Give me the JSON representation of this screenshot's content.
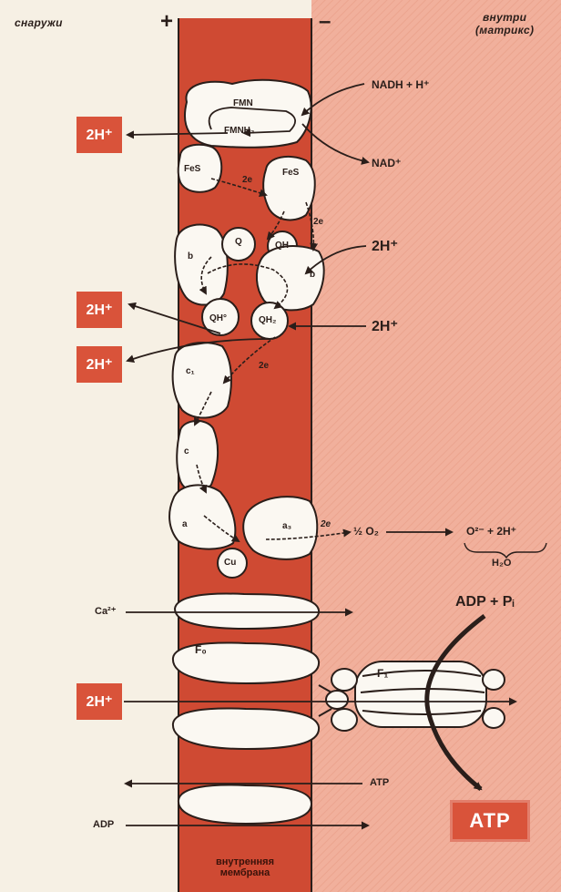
{
  "labels": {
    "outside": "снаружи",
    "inside_line1": "внутри",
    "inside_line2": "(матрикс)",
    "plus": "+",
    "minus": "–",
    "membrane_line1": "внутренняя",
    "membrane_line2": "мембрана"
  },
  "complexes": {
    "fmn": "FMN",
    "fmnh2": "FMNH₂",
    "fes": "FeS",
    "b": "b",
    "q": "Q",
    "qh": "QH",
    "qh_dot": "QH°",
    "qh2": "QH₂",
    "c1": "c₁",
    "c": "c",
    "a": "a",
    "a3": "a₃",
    "cu": "Cu",
    "f0": "F₀",
    "f1": "F₁"
  },
  "electron_labels": {
    "two_e": "2e"
  },
  "reactions": {
    "nadh": "NADH + H⁺",
    "nad": "NAD⁺",
    "proton": "2H⁺",
    "half_o2": "½ O₂",
    "o2_minus": "O²⁻ + 2H⁺",
    "h2o": "H₂O",
    "adp_pi": "ADP + Pᵢ",
    "atp": "ATP",
    "adp": "ADP",
    "ca": "Ca²⁺"
  }
}
